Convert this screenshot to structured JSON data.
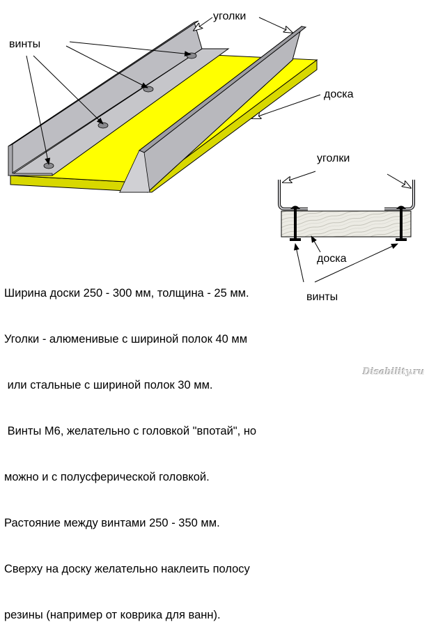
{
  "labels": {
    "corners_main": "уголки",
    "screws_main": "винты",
    "board_main": "доска",
    "corners_section": "уголки",
    "board_section": "доска",
    "screws_section": "винты"
  },
  "description": [
    "Ширина доски 250 - 300 мм, толщина - 25 мм.",
    "Уголки - алюменивые с шириной полок 40 мм",
    " или стальные с шириной полок 30 мм.",
    " Винты М6, желательно с головкой \"впотай\", но",
    "можно и с полусферической головкой.",
    "Растояние между винтами 250 - 350 мм.",
    "Сверху на доску желательно наклеить полосу",
    "резины (например от коврика для ванн)."
  ],
  "watermark": "Disability.ru",
  "colors": {
    "board_yellow": "#ffff00",
    "board_edge": "#dcdc00",
    "angle_gray": "#c3c3c7",
    "angle_dark": "#a3a3a8",
    "wood": "#ecebe4"
  }
}
